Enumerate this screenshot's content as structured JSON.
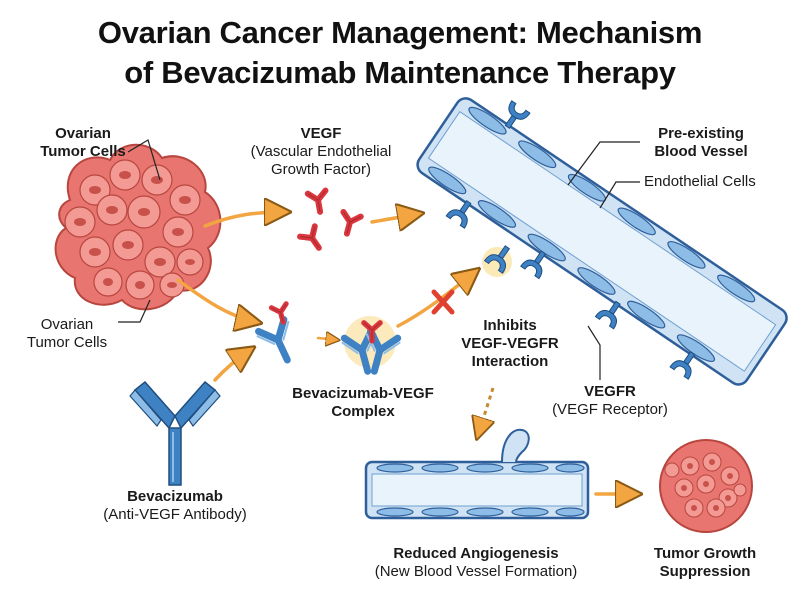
{
  "title": {
    "line1": "Ovarian Cancer Management: Mechanism",
    "line2": "of Bevacizumab Maintenance Therapy"
  },
  "labels": {
    "tumor_top": {
      "line1": "Ovarian",
      "line2": "Tumor Cells"
    },
    "tumor_side": {
      "line1": "Ovarian",
      "line2": "Tumor Cells"
    },
    "vegf": {
      "name": "VEGF",
      "desc1": "(Vascular Endothelial",
      "desc2": "Growth Factor)"
    },
    "vessel": {
      "line1": "Pre-existing",
      "line2": "Blood Vessel"
    },
    "endothelial": "Endothelial Cells",
    "inhibits": {
      "line1": "Inhibits",
      "line2": "VEGF-VEGFR",
      "line3": "Interaction"
    },
    "complex": {
      "line1": "Bevacizumab-VEGF",
      "line2": "Complex"
    },
    "vegfr": {
      "name": "VEGFR",
      "desc": "(VEGF Receptor)"
    },
    "bevacizumab": {
      "name": "Bevacizumab",
      "desc": "(Anti-VEGF Antibody)"
    },
    "angiogenesis": {
      "name": "Reduced Angiogenesis",
      "desc": "(New Blood Vessel Formation)"
    },
    "suppression": {
      "line1": "Tumor Growth",
      "line2": "Suppression"
    }
  },
  "colors": {
    "tumor": "#e8756f",
    "vessel": "#cfe3f5",
    "antibody": "#3f82c4",
    "vegf": "#d9363e",
    "arrow": "#f2a541",
    "inhibit": "#e0402f"
  }
}
